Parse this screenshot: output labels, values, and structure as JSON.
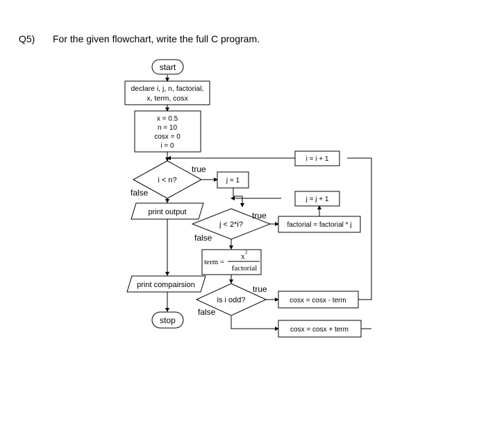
{
  "question": {
    "number": "Q5)",
    "text": "For the given flowchart, write the full C program."
  },
  "flowchart": {
    "start": "start",
    "declare_line1": "declare i, j, n, factorial,",
    "declare_line2": "x, term, cosx",
    "init_lines": [
      "x = 0.5",
      "n = 10",
      "cosx = 0",
      "i = 0"
    ],
    "cond_i": "i < n?",
    "cond_j": "j < 2*i?",
    "cond_odd": "is i odd?",
    "j_init": "j = 1",
    "i_inc": "i = i + 1",
    "j_inc": "j = j + 1",
    "factorial_update": "factorial = factorial * j",
    "term_lhs": "term =",
    "term_num": "x",
    "term_exp": "2",
    "term_den": "factorial",
    "cosx_minus": "cosx = cosx - term",
    "cosx_plus": "cosx = cosx + term",
    "print_output": "print output",
    "print_comparison": "print compairsion",
    "stop": "stop",
    "label_true": "true",
    "label_false": "false"
  }
}
